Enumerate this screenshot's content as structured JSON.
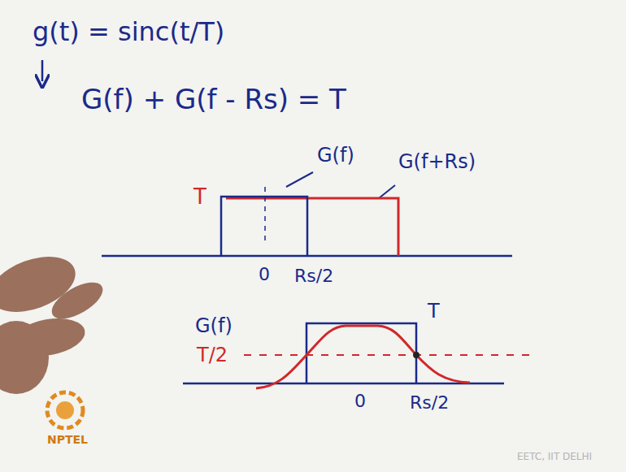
{
  "diagram": {
    "labels": [
      "g(t) = sinc(t/T)",
      "G(f) + G(f - Rs) = T",
      "G(f)",
      "G(f+Rs)",
      "T",
      "0",
      "Rs/2",
      "G(f)",
      "T",
      "T/2",
      "0",
      "Rs/2",
      "NPTEL",
      "EETC, IIT DELHI"
    ]
  }
}
